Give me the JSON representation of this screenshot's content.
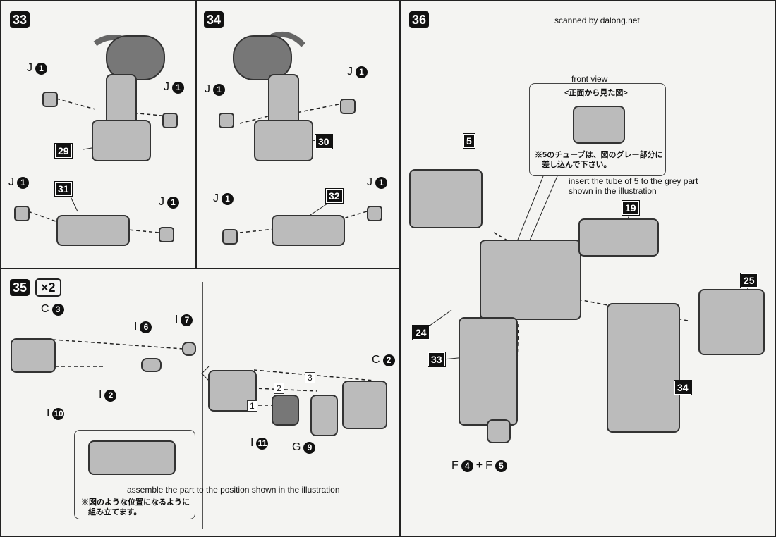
{
  "header": {
    "credit": "scanned by dalong.net"
  },
  "step33": {
    "num": "33",
    "labels": [
      {
        "l": "J",
        "n": "1"
      },
      {
        "l": "J",
        "n": "1"
      },
      {
        "l": "J",
        "n": "1"
      },
      {
        "l": "J",
        "n": "1"
      }
    ],
    "callouts": [
      "29",
      "31"
    ]
  },
  "step34": {
    "num": "34",
    "labels": [
      {
        "l": "J",
        "n": "1"
      },
      {
        "l": "J",
        "n": "1"
      },
      {
        "l": "J",
        "n": "1"
      },
      {
        "l": "J",
        "n": "1"
      }
    ],
    "callouts": [
      "30",
      "32"
    ]
  },
  "step35": {
    "num": "35",
    "multiplier": "×2",
    "labels": [
      {
        "l": "C",
        "n": "3"
      },
      {
        "l": "I",
        "n": "6"
      },
      {
        "l": "I",
        "n": "7"
      },
      {
        "l": "I",
        "n": "2"
      },
      {
        "l": "I",
        "n": "10"
      },
      {
        "l": "C",
        "n": "2"
      },
      {
        "l": "I",
        "n": "11"
      },
      {
        "l": "G",
        "n": "9"
      }
    ],
    "order": [
      "1",
      "2",
      "3"
    ],
    "note_jp_1": "※図のような位置になるように",
    "note_jp_2": "組み立てます。",
    "note_en": "assemble the part to the position shown in the illustration"
  },
  "step36": {
    "num": "36",
    "front_view_en": "front view",
    "front_view_jp": "<正面から見た図>",
    "tube_jp_1": "※5のチューブは、図のグレー部分に",
    "tube_jp_2": "差し込んで下さい。",
    "tube_en_1": "insert the tube of 5 to the grey part",
    "tube_en_2": "shown in the illustration",
    "callouts": [
      "5",
      "19",
      "25",
      "24",
      "33",
      "34"
    ],
    "bottom": {
      "a_l": "F",
      "a_n": "4",
      "plus": "+",
      "b_l": "F",
      "b_n": "5"
    }
  }
}
